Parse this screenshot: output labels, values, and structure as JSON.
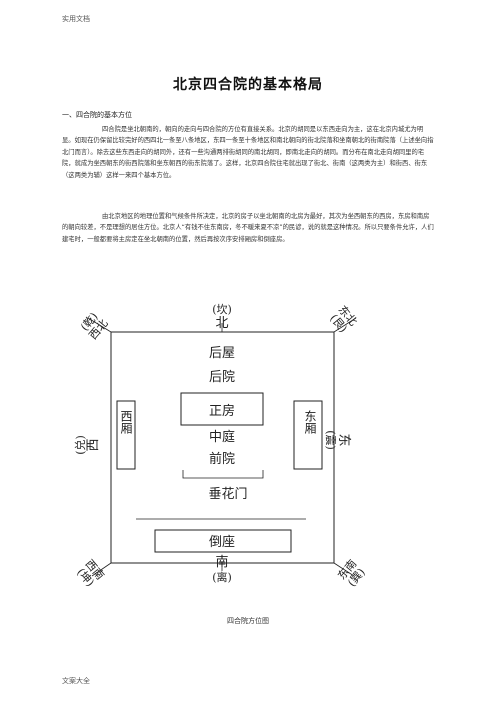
{
  "header": "实用文档",
  "footer": "文案大全",
  "title": "北京四合院的基本格局",
  "section1": "一、四合院的基本方位",
  "paragraphs": [
    "四合院是坐北朝南的，朝向的走向与四合院的方位有直接关系。北京的胡同是以东西走向为主，这在北京内城尤为明显。如现在仍保留比较完好的西四北一条至八条地区，东四一条至十条地区和南北朝向的街北院落和坐南朝北的街南院落（上述坐向指北门而言）。除去这些东西走向的胡同外，还有一些沟通两排街胡同的南北胡同，即南北走向的胡同。而分布在南北走向胡同里的宅院，就成为坐西朝东的街西院落和坐东朝西的街东院落了。这样，北京四合院住宅就出现了街北、街南（这两类为主）和街西、街东（这两类为辅）这样一来四个基本方位。",
    "由北京地区的地理位置和气候条件所决定，北京的房子以坐北朝南的北房为最好，其次为坐西朝东的西房，东房和南房的朝向较差，不是理想的居住方位。北京人“有钱不住东南房，冬不暖来夏不凉”的民谚，说的就是这种情况。所以只要条件允许，人们建宅时，一般都要将主房定在坐北朝南的位置，然后再按次序安排厢房和倒座房。"
  ],
  "diagram": {
    "north": "北",
    "north_trigram": "(坎)",
    "south": "南",
    "south_trigram": "(离)",
    "east": "东",
    "east_trigram": "(震)",
    "west": "西",
    "west_trigram": "(兑)",
    "nw_dir": "西北",
    "nw_trigram": "(乾)",
    "ne_dir": "东北",
    "ne_trigram": "(艮)",
    "se_dir": "东南",
    "se_trigram": "(巽)",
    "sw_dir": "西南",
    "sw_trigram": "(坤)",
    "rear_rooms": "后屋",
    "rear_yard": "后院",
    "main_room": "正房",
    "middle_yard": "中庭",
    "front_yard": "前院",
    "west_wing": "西厢",
    "east_wing": "东厢",
    "gate": "垂花门",
    "reverse_room": "倒座"
  },
  "caption": "四合院方位图"
}
